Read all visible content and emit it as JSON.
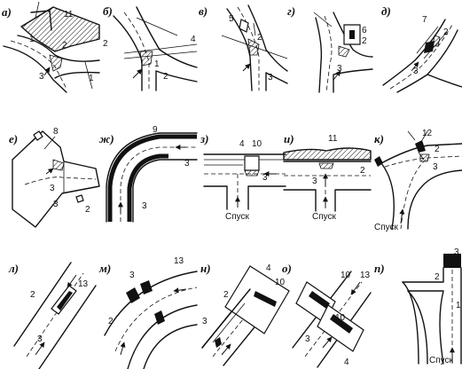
{
  "panels": [
    {
      "id": "a",
      "label": "а)",
      "callouts": [
        "11",
        "1",
        "2",
        "3",
        "1"
      ]
    },
    {
      "id": "b",
      "label": "б)",
      "callouts": [
        "2",
        "4",
        "1",
        "2"
      ]
    },
    {
      "id": "v",
      "label": "в)",
      "callouts": [
        "5",
        "2",
        "3"
      ]
    },
    {
      "id": "g",
      "label": "г)",
      "callouts": [
        "6",
        "2",
        "3"
      ]
    },
    {
      "id": "d",
      "label": "д)",
      "callouts": [
        "7",
        "2",
        "3"
      ]
    },
    {
      "id": "e",
      "label": "е)",
      "callouts": [
        "8",
        "3",
        "3",
        "2"
      ]
    },
    {
      "id": "zh",
      "label": "ж)",
      "callouts": [
        "9",
        "3",
        "3"
      ]
    },
    {
      "id": "z",
      "label": "з)",
      "callouts": [
        "4",
        "10",
        "3"
      ],
      "drain_label": "Спуск"
    },
    {
      "id": "i",
      "label": "и)",
      "callouts": [
        "11",
        "2",
        "3"
      ],
      "drain_label": "Спуск"
    },
    {
      "id": "k",
      "label": "к)",
      "callouts": [
        "12",
        "2",
        "3"
      ],
      "drain_label": "Спуск"
    },
    {
      "id": "l",
      "label": "л)",
      "callouts": [
        "13",
        "2",
        "3"
      ]
    },
    {
      "id": "m",
      "label": "м)",
      "callouts": [
        "13",
        "3",
        "2"
      ]
    },
    {
      "id": "n",
      "label": "н)",
      "callouts": [
        "4",
        "10",
        "2",
        "3"
      ]
    },
    {
      "id": "o",
      "label": "о)",
      "callouts": [
        "10",
        "13",
        "10",
        "3",
        "4"
      ]
    },
    {
      "id": "p",
      "label": "п)",
      "callouts": [
        "3",
        "2",
        "1"
      ],
      "drain_label": "Спуск"
    }
  ]
}
